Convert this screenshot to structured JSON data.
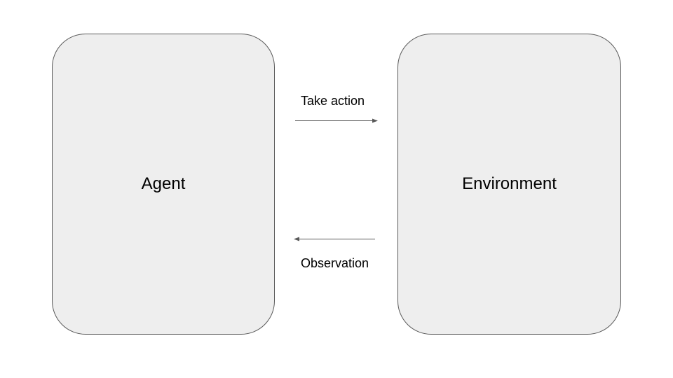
{
  "nodes": {
    "agent": {
      "label": "Agent"
    },
    "environment": {
      "label": "Environment"
    }
  },
  "edges": {
    "action": {
      "label": "Take action",
      "from": "Agent",
      "to": "Environment"
    },
    "observation": {
      "label": "Observation",
      "from": "Environment",
      "to": "Agent"
    }
  },
  "colors": {
    "node_fill": "#eeeeee",
    "node_border": "#595959",
    "arrow": "#595959",
    "text": "#000000",
    "background": "#ffffff"
  }
}
